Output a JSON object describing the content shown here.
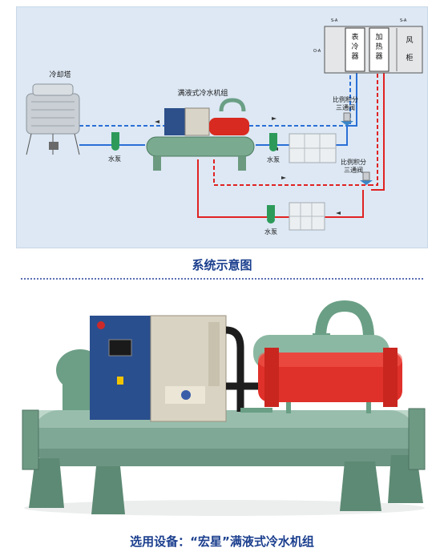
{
  "diagram": {
    "cooling_tower_label": "冷却塔",
    "chiller_label": "满液式冷水机组",
    "pump_label_left": "水泵",
    "pump_label_mid": "水泵",
    "pump_label_bottom": "水泵",
    "valve1_label_line1": "比例积分",
    "valve1_label_line2": "三通阀",
    "valve2_label_line1": "比例积分",
    "valve2_label_line2": "三通阀",
    "ahu": {
      "cooler_label": "表冷器",
      "heater_label": "加热器",
      "fan_label": "风柜",
      "sa_label_left": "S-A",
      "sa_label_right": "S-A",
      "oa_label": "O-A"
    },
    "colors": {
      "chilled_supply": "#2a6fd6",
      "hot_supply": "#e02222",
      "panel_bg": "#dde8f4"
    }
  },
  "captions": {
    "system_diagram": "系统示意图",
    "selected_equipment": "选用设备：“宏星”满液式冷水机组"
  }
}
